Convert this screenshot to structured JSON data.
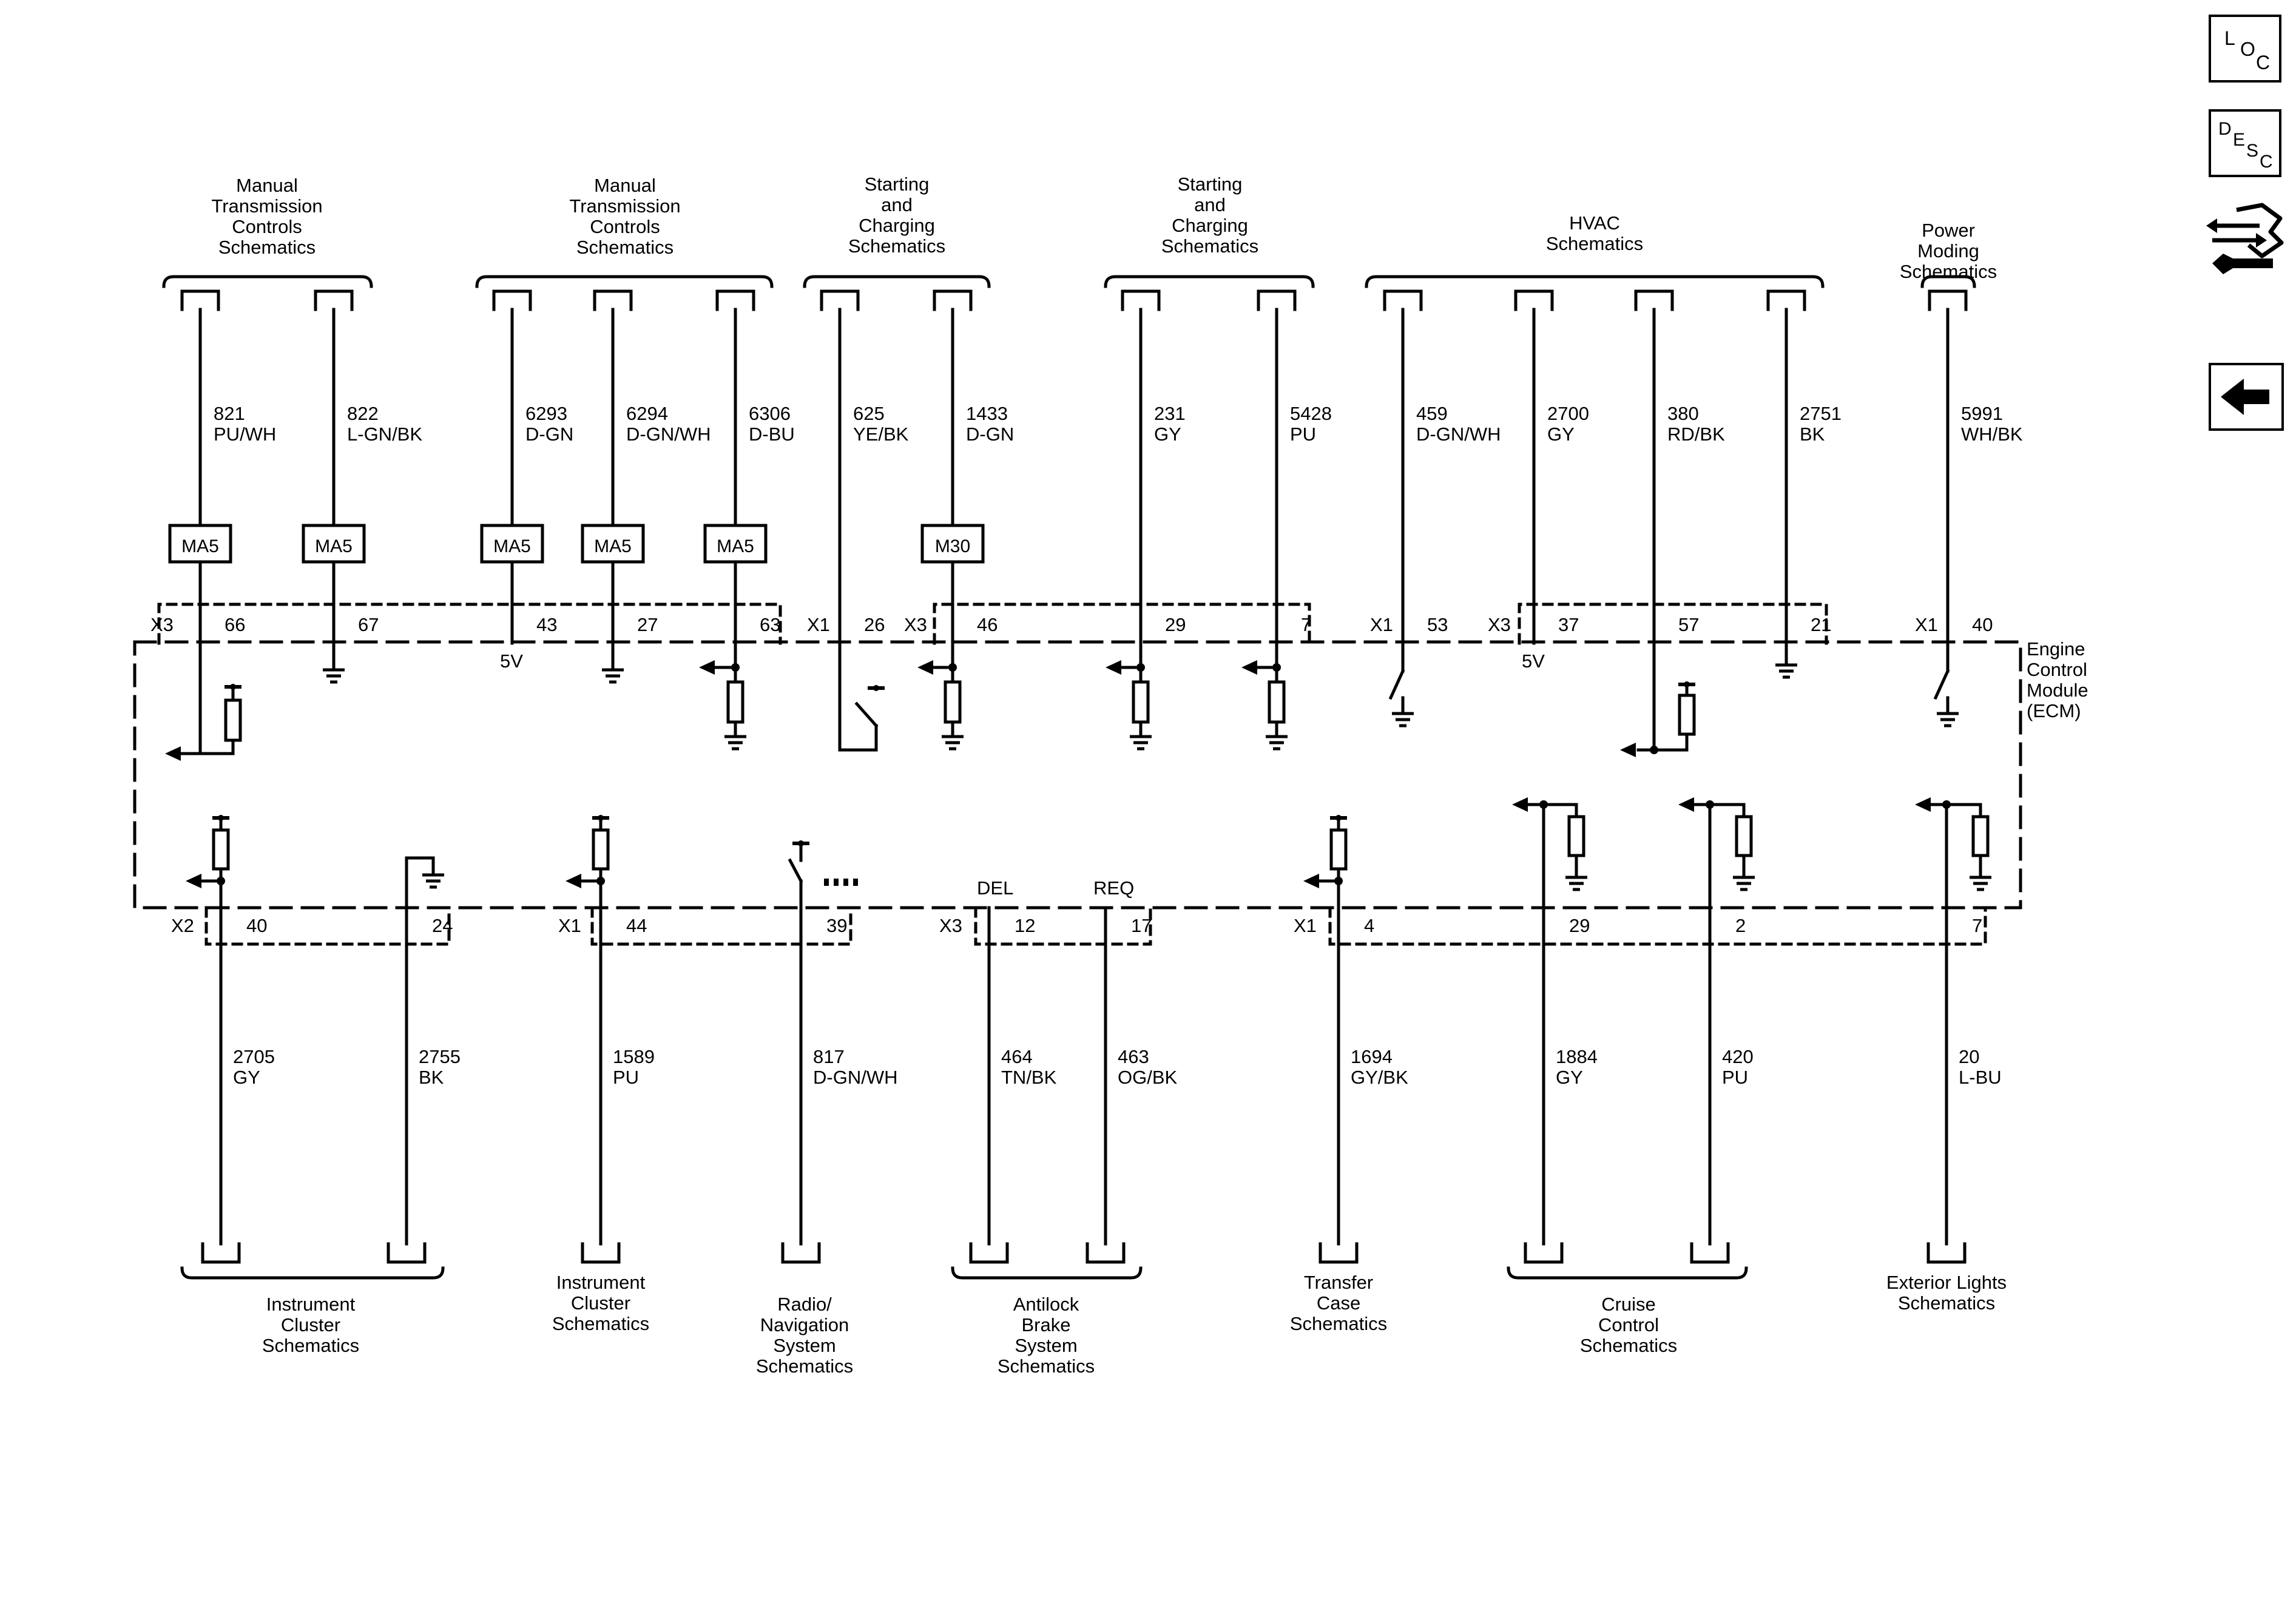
{
  "ecm": {
    "label_lines": [
      "Engine",
      "Control",
      "Module",
      "(ECM)"
    ]
  },
  "side_buttons": {
    "loc": [
      "L",
      "O",
      "C"
    ],
    "desc": [
      "D",
      "E",
      "S",
      "C"
    ],
    "back_icon": "arrow-left-icon",
    "connector_icon": "connector-wrench-icon"
  },
  "top_groups": [
    {
      "lines": [
        "Manual",
        "Transmission",
        "Controls",
        "Schematics"
      ]
    },
    {
      "lines": [
        "Manual",
        "Transmission",
        "Controls",
        "Schematics"
      ]
    },
    {
      "lines": [
        "Starting",
        "and",
        "Charging",
        "Schematics"
      ]
    },
    {
      "lines": [
        "Starting",
        "and",
        "Charging",
        "Schematics"
      ]
    },
    {
      "lines": [
        "HVAC",
        "Schematics"
      ]
    },
    {
      "lines": [
        "Power",
        "Moding",
        "Schematics"
      ]
    }
  ],
  "bottom_groups": [
    {
      "lines": [
        "Instrument",
        "Cluster",
        "Schematics"
      ]
    },
    {
      "lines": [
        "Instrument",
        "Cluster",
        "Schematics"
      ]
    },
    {
      "lines": [
        "Radio/",
        "Navigation",
        "System",
        "Schematics"
      ]
    },
    {
      "lines": [
        "Antilock",
        "Brake",
        "System",
        "Schematics"
      ]
    },
    {
      "lines": [
        "Transfer",
        "Case",
        "Schematics"
      ]
    },
    {
      "lines": [
        "Cruise",
        "Control",
        "Schematics"
      ]
    },
    {
      "lines": [
        "Exterior Lights",
        "Schematics"
      ]
    }
  ],
  "top_connectors": [
    "X3",
    "X1",
    "X3",
    "X1",
    "X3",
    "X1"
  ],
  "bottom_connectors": [
    "X2",
    "X1",
    "X3",
    "X1"
  ],
  "top_wires": [
    {
      "circuit": "821",
      "color": "PU/WH",
      "pin": "66",
      "splice": "MA5"
    },
    {
      "circuit": "822",
      "color": "L-GN/BK",
      "pin": "67",
      "splice": "MA5"
    },
    {
      "circuit": "6293",
      "color": "D-GN",
      "pin": "43",
      "splice": "MA5",
      "note": "5V"
    },
    {
      "circuit": "6294",
      "color": "D-GN/WH",
      "pin": "27",
      "splice": "MA5"
    },
    {
      "circuit": "6306",
      "color": "D-BU",
      "pin": "63",
      "splice": "MA5"
    },
    {
      "circuit": "625",
      "color": "YE/BK",
      "pin": "26"
    },
    {
      "circuit": "1433",
      "color": "D-GN",
      "pin": "46",
      "splice": "M30"
    },
    {
      "circuit": "231",
      "color": "GY",
      "pin": "29"
    },
    {
      "circuit": "5428",
      "color": "PU",
      "pin": "7"
    },
    {
      "circuit": "459",
      "color": "D-GN/WH",
      "pin": "53"
    },
    {
      "circuit": "2700",
      "color": "GY",
      "pin": "37",
      "note": "5V"
    },
    {
      "circuit": "380",
      "color": "RD/BK",
      "pin": "57"
    },
    {
      "circuit": "2751",
      "color": "BK",
      "pin": "21"
    },
    {
      "circuit": "5991",
      "color": "WH/BK",
      "pin": "40"
    }
  ],
  "bottom_wires": [
    {
      "circuit": "2705",
      "color": "GY",
      "pin": "40"
    },
    {
      "circuit": "2755",
      "color": "BK",
      "pin": "24"
    },
    {
      "circuit": "1589",
      "color": "PU",
      "pin": "44"
    },
    {
      "circuit": "817",
      "color": "D-GN/WH",
      "pin": "39"
    },
    {
      "circuit": "464",
      "color": "TN/BK",
      "pin": "12",
      "signal": "DEL"
    },
    {
      "circuit": "463",
      "color": "OG/BK",
      "pin": "17",
      "signal": "REQ"
    },
    {
      "circuit": "1694",
      "color": "GY/BK",
      "pin": "4"
    },
    {
      "circuit": "1884",
      "color": "GY",
      "pin": "29"
    },
    {
      "circuit": "420",
      "color": "PU",
      "pin": "2"
    },
    {
      "circuit": "20",
      "color": "L-BU",
      "pin": "7"
    }
  ]
}
